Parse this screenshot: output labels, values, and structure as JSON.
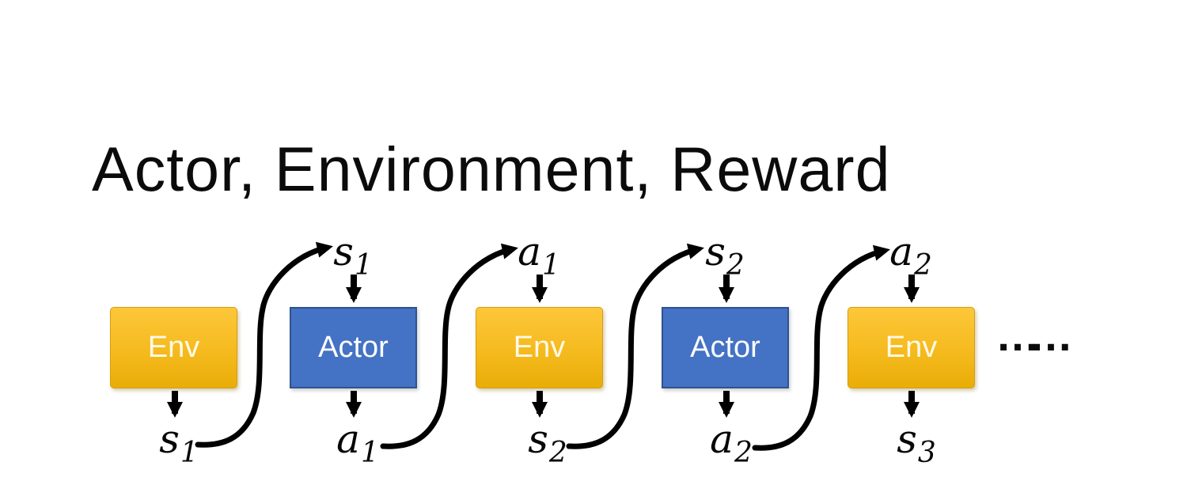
{
  "slide": {
    "title": "Actor, Environment, Reward",
    "ellipsis": "……",
    "colors": {
      "env_fill_top": "#FDC73A",
      "env_fill_bottom": "#E9AD08",
      "env_border": "#D79D0F",
      "env_text": "#FEF9E8",
      "actor_fill": "#4472C4",
      "actor_border": "#2F528F",
      "actor_text": "#FFFFFF",
      "arrow": "#000000",
      "title_text": "#0B0B0B"
    },
    "boxes": [
      {
        "id": "env-1",
        "label": "Env",
        "type": "env"
      },
      {
        "id": "actor-1",
        "label": "Actor",
        "type": "actor"
      },
      {
        "id": "env-2",
        "label": "Env",
        "type": "env"
      },
      {
        "id": "actor-2",
        "label": "Actor",
        "type": "actor"
      },
      {
        "id": "env-3",
        "label": "Env",
        "type": "env"
      }
    ],
    "top_labels": [
      {
        "main": "s",
        "sub": "1"
      },
      {
        "main": "a",
        "sub": "1"
      },
      {
        "main": "s",
        "sub": "2"
      },
      {
        "main": "a",
        "sub": "2"
      }
    ],
    "bottom_labels": [
      {
        "main": "s",
        "sub": "1"
      },
      {
        "main": "a",
        "sub": "1"
      },
      {
        "main": "s",
        "sub": "2"
      },
      {
        "main": "a",
        "sub": "2"
      },
      {
        "main": "s",
        "sub": "3"
      }
    ]
  }
}
